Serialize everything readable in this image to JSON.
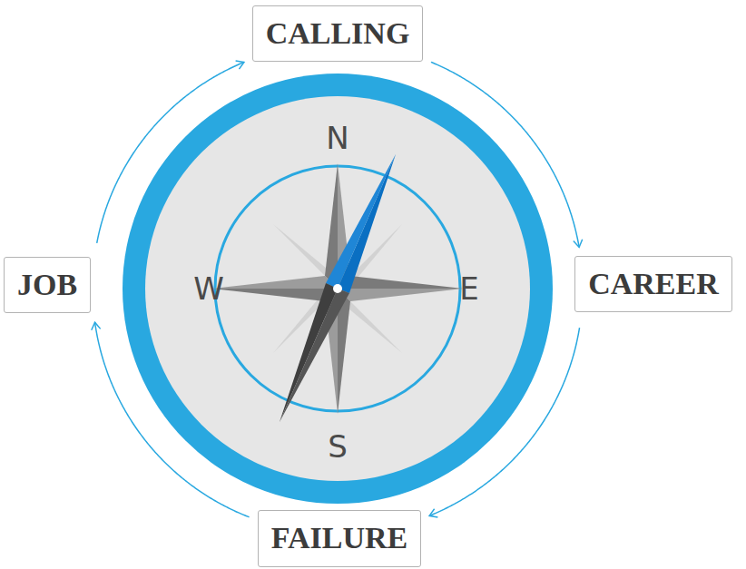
{
  "diagram": {
    "nodes": [
      {
        "text": [
          "CALLING"
        ]
      },
      {
        "text": [
          "JOB"
        ]
      },
      {
        "text": [
          "CAREER"
        ]
      },
      {
        "text": [
          "FAILURE"
        ]
      }
    ],
    "edges": [
      {
        "from": 1,
        "to": 0,
        "arrow": "to"
      },
      {
        "from": 0,
        "to": 2,
        "arrow": "to"
      },
      {
        "from": 2,
        "to": 3,
        "arrow": "to"
      },
      {
        "from": 3,
        "to": 1,
        "arrow": "to"
      }
    ],
    "labels": [
      "N",
      "W",
      "E",
      "S"
    ]
  }
}
